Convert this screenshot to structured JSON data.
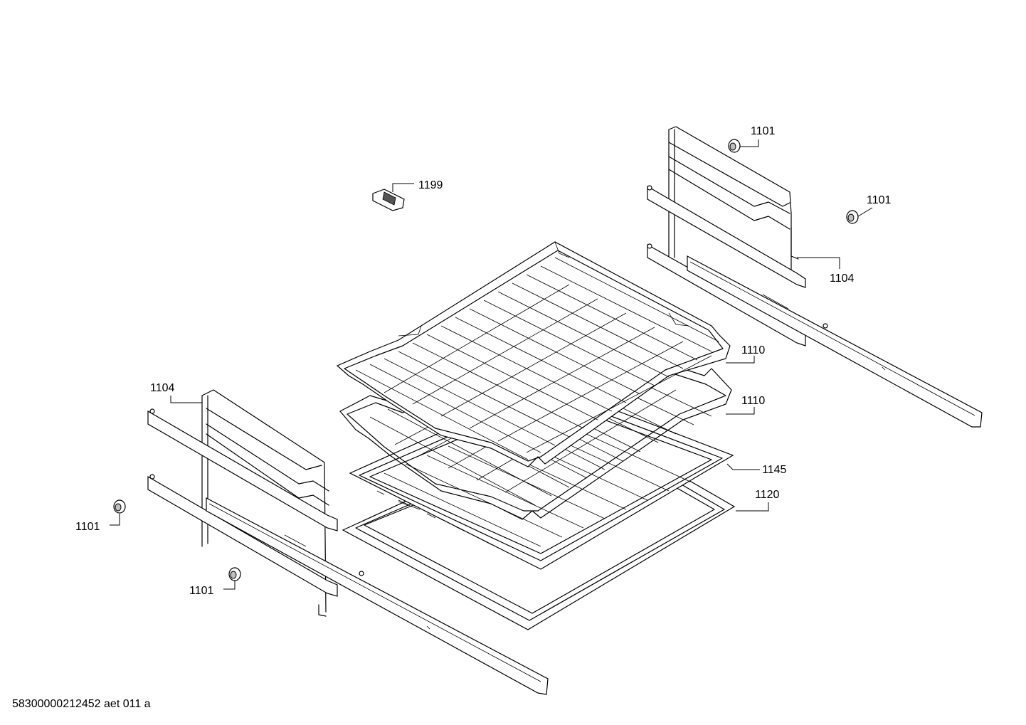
{
  "callouts": {
    "c1101_top": "1101",
    "c1101_right": "1101",
    "c1101_left": "1101",
    "c1101_bottom": "1101",
    "c1199": "1199",
    "c1104_right": "1104",
    "c1104_left": "1104",
    "c1110_upper": "1110",
    "c1110_lower": "1110",
    "c1145": "1145",
    "c1120": "1120"
  },
  "footer": {
    "code": "58300000212452 aet 011 a"
  }
}
